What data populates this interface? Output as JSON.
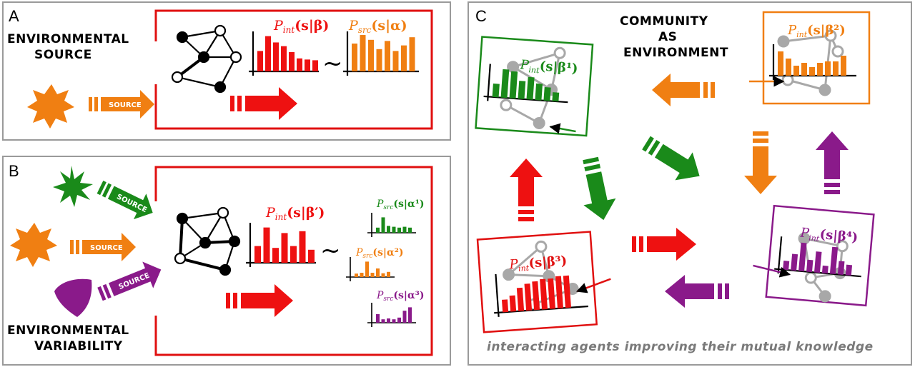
{
  "panels": {
    "a": {
      "letter": "A",
      "title_line1": "ENVIRONMENTAL",
      "title_line2": "SOURCE",
      "source_label": "SOURCE",
      "p_int": {
        "sym": "P",
        "sub": "int",
        "arg": "(s|β)"
      },
      "p_src": {
        "sym": "P",
        "sub": "src",
        "arg": "(s|α)"
      },
      "tilde": "~",
      "hist_int": [
        0.55,
        0.95,
        0.78,
        0.68,
        0.52,
        0.35,
        0.32,
        0.3
      ],
      "hist_src": [
        0.75,
        0.98,
        0.85,
        0.6,
        0.82,
        0.55,
        0.7,
        0.92
      ],
      "colors": {
        "int": "#ee1111",
        "src": "#f07f12",
        "frame": "#e01010"
      }
    },
    "b": {
      "letter": "B",
      "title_line1": "ENVIRONMENTAL",
      "title_line2": "VARIABILITY",
      "source_labels": [
        "SOURCE",
        "SOURCE",
        "SOURCE"
      ],
      "p_int": {
        "sym": "P",
        "sub": "int",
        "arg": "(s|β′)"
      },
      "tilde": "~",
      "p_src": [
        {
          "sym": "P",
          "sub": "src",
          "arg": "(s|α¹)",
          "color": "#1a8a1a"
        },
        {
          "sym": "P",
          "sub": "src",
          "arg": "(s|α²)",
          "color": "#f07f12"
        },
        {
          "sym": "P",
          "sub": "src",
          "arg": "(s|α³)",
          "color": "#8a1a8a"
        }
      ],
      "hist_int": [
        0.45,
        0.95,
        0.4,
        0.8,
        0.45,
        0.85,
        0.35
      ],
      "hist_src1": [
        0.3,
        0.9,
        0.4,
        0.35,
        0.3,
        0.35,
        0.3
      ],
      "hist_src2": [
        0.2,
        0.25,
        0.9,
        0.25,
        0.5,
        0.22,
        0.3
      ],
      "hist_src3": [
        0.5,
        0.2,
        0.25,
        0.2,
        0.3,
        0.7,
        0.9
      ]
    },
    "c": {
      "letter": "C",
      "title_line1": "COMMUNITY",
      "title_line2": "AS",
      "title_line3": "ENVIRONMENT",
      "agents": [
        {
          "color": "#1a8a1a",
          "p": {
            "sym": "P",
            "sub": "int",
            "arg": "(s|β¹)"
          }
        },
        {
          "color": "#f07f12",
          "p": {
            "sym": "P",
            "sub": "int",
            "arg": "(s|β²)"
          }
        },
        {
          "color": "#e01010",
          "p": {
            "sym": "P",
            "sub": "int",
            "arg": "(s|β³)"
          }
        },
        {
          "color": "#8a1a8a",
          "p": {
            "sym": "P",
            "sub": "int",
            "arg": "(s|β⁴)"
          }
        }
      ],
      "caption": "interacting agents improving their mutual knowledge"
    }
  },
  "colors": {
    "green": "#1a8a1a",
    "orange": "#f07f12",
    "red": "#ee1111",
    "purple": "#8a1a8a",
    "gray_node": "#a8a8a8",
    "panel_border": "#9a9a9a"
  }
}
